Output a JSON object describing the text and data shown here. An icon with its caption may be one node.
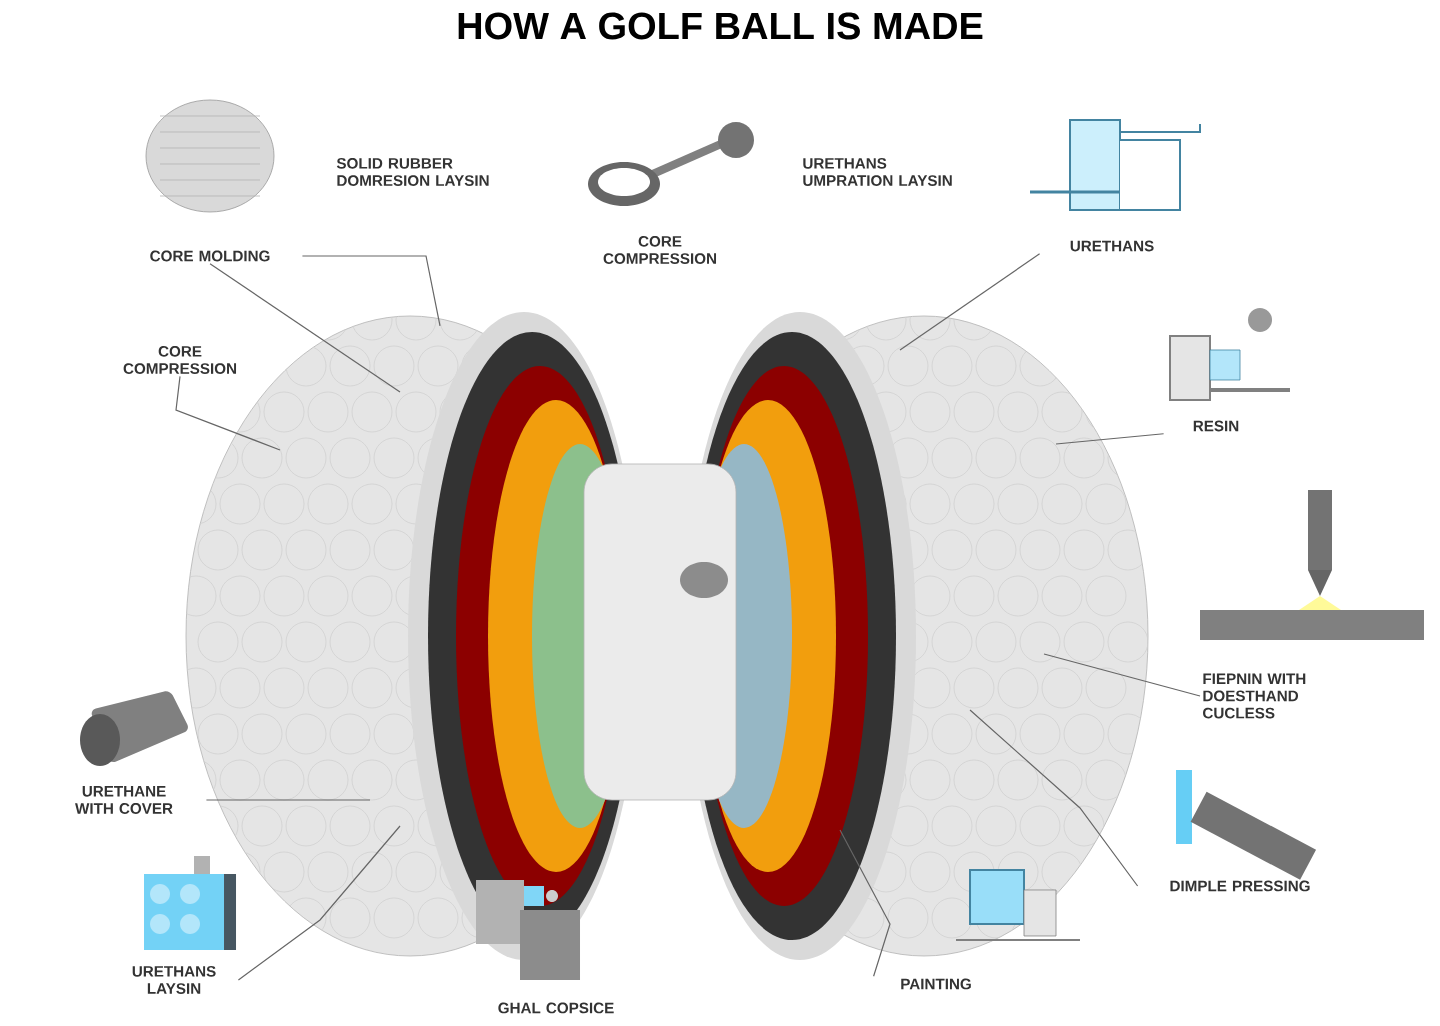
{
  "diagram": {
    "title": "HOW A GOLF BALL IS MADE",
    "nodes": [
      {
        "text": [
          "CORE MOLDING"
        ]
      },
      {
        "text": [
          "CORE COMPRESSION"
        ]
      },
      {
        "text": [
          "URETHANS"
        ]
      },
      {
        "text": [
          "RESIN"
        ]
      },
      {
        "text": [
          "FIEPNIN WITH DOESTHAND CUCLESS"
        ]
      },
      {
        "text": [
          "DIMPLE PRESSING"
        ]
      },
      {
        "text": [
          "PAINTING"
        ]
      },
      {
        "text": [
          "URETHANE WITH COVER"
        ]
      },
      {
        "text": [
          "URETHANS LAYSIN"
        ]
      }
    ],
    "edges": [
      {
        "from": 0,
        "to": null,
        "arrow": "none"
      },
      {
        "from": 0,
        "to": null,
        "arrow": "none"
      },
      {
        "from": 1,
        "to": null,
        "arrow": "none"
      },
      {
        "from": 2,
        "to": null,
        "arrow": "none"
      },
      {
        "from": 3,
        "to": null,
        "arrow": "none"
      },
      {
        "from": 4,
        "to": null,
        "arrow": "none"
      },
      {
        "from": 5,
        "to": null,
        "arrow": "none"
      },
      {
        "from": 6,
        "to": null,
        "arrow": "none"
      },
      {
        "from": 7,
        "to": null,
        "arrow": "none"
      },
      {
        "from": 8,
        "to": null,
        "arrow": "none"
      }
    ],
    "labels": [
      "SOLID RUBBER DOMRESION LAYSIN",
      "CORE COMPRESSION",
      "URETHANS UMPRATION LAYSIN",
      "GHAL COPSICE"
    ]
  }
}
